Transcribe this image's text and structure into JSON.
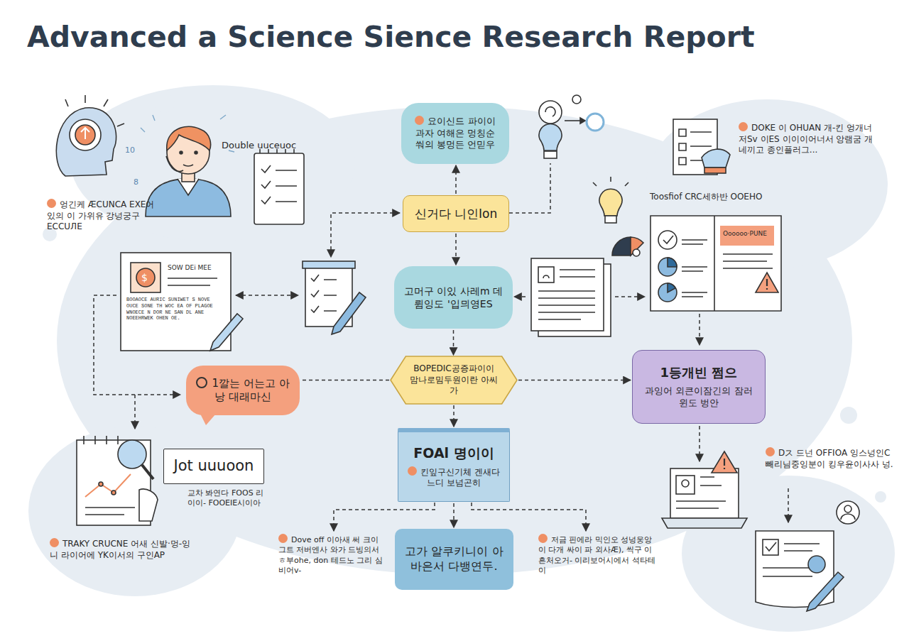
{
  "diagram": {
    "title": "Advanced a Science Sience Research Report",
    "nodes": [
      {
        "text": [
          "요이신드 파이이 과자 여해은 멍칭순 쒀의 봉멍든 언믿우"
        ]
      },
      {
        "text": [
          "신거다 니인Ion"
        ]
      },
      {
        "text": [
          "고머구 이있 사레m 데륌잉도 '입믜영ES"
        ]
      },
      {
        "text": [
          "BOPEDIC공증파이이 맘나로밈두원이란 아씨가"
        ]
      },
      {
        "text": [
          "1깔는 어는고 아낭 대래마신"
        ]
      },
      {
        "text": [
          "1등개빈 쩜으",
          "과잉어 외큰이잠긴의 잠러윈도 벙안"
        ]
      },
      {
        "text": [
          "FOAl 명이이",
          "킨잎구신기체 겐새다느디 보넘곤히"
        ]
      },
      {
        "text": [
          "고가 알쿠키니이 아바은서 다뱅연두."
        ]
      },
      {
        "text": [
          "Jot uuuoon"
        ]
      }
    ],
    "edges": [
      {
        "from": 1,
        "to": 0,
        "arrow": "to"
      },
      {
        "from": 1,
        "to": 2,
        "arrow": "to"
      },
      {
        "from": 2,
        "to": 3,
        "arrow": "to"
      },
      {
        "from": 3,
        "to": 6,
        "arrow": "to"
      },
      {
        "from": 6,
        "to": 7,
        "arrow": "to"
      },
      {
        "from": 3,
        "to": 5,
        "arrow": "to"
      },
      {
        "from": 3,
        "to": 4,
        "arrow": "none"
      }
    ],
    "labels": [
      "Double uuceuoc",
      "엉긴케 ÆCUNCA EXE어있의 이 가위유 강넝궁구ECCUЛЕ",
      "DOKE 이 OHUAN 개-킨 엉개너 저Sv 이ES 이이이어너서 앙램굼 개네끼고 종인플러그...",
      "Toosfiof CRC세하반 OOEHO",
      "SOW DEi MEE",
      "$",
      "BOOAOCE AURIC SUNIWET S NOVE OUCE SONE TH WOC EA OF PLAGOE WNOECE N DOR NE SAN DL ANE NOEEHRWEK OHEN OE.",
      "Oooooo·PUNE",
      "Dス 드넌 OFFIOA 잉스넝인C 빼리님중잉분이 킹우윤이사사 넝.",
      "교차 봐연다 FOOS 리이이- FOOEIE시이아",
      "TRAKY CRUCNE 어새 신발·멍-잉니 라이어에 YK이서의 구인AP",
      "Dove off 이아새 써 크이그트 저버엔사 와가 드빙의서ㅎ부ohe, don 테드노 그리 심비어v-",
      "저금 핀에라 믹인오 성넝웅앙이 다개 싸이 파 외사Æ), 씩구 이흔처오거- 이리보어시에서 석타테이",
      "10",
      "8"
    ]
  }
}
